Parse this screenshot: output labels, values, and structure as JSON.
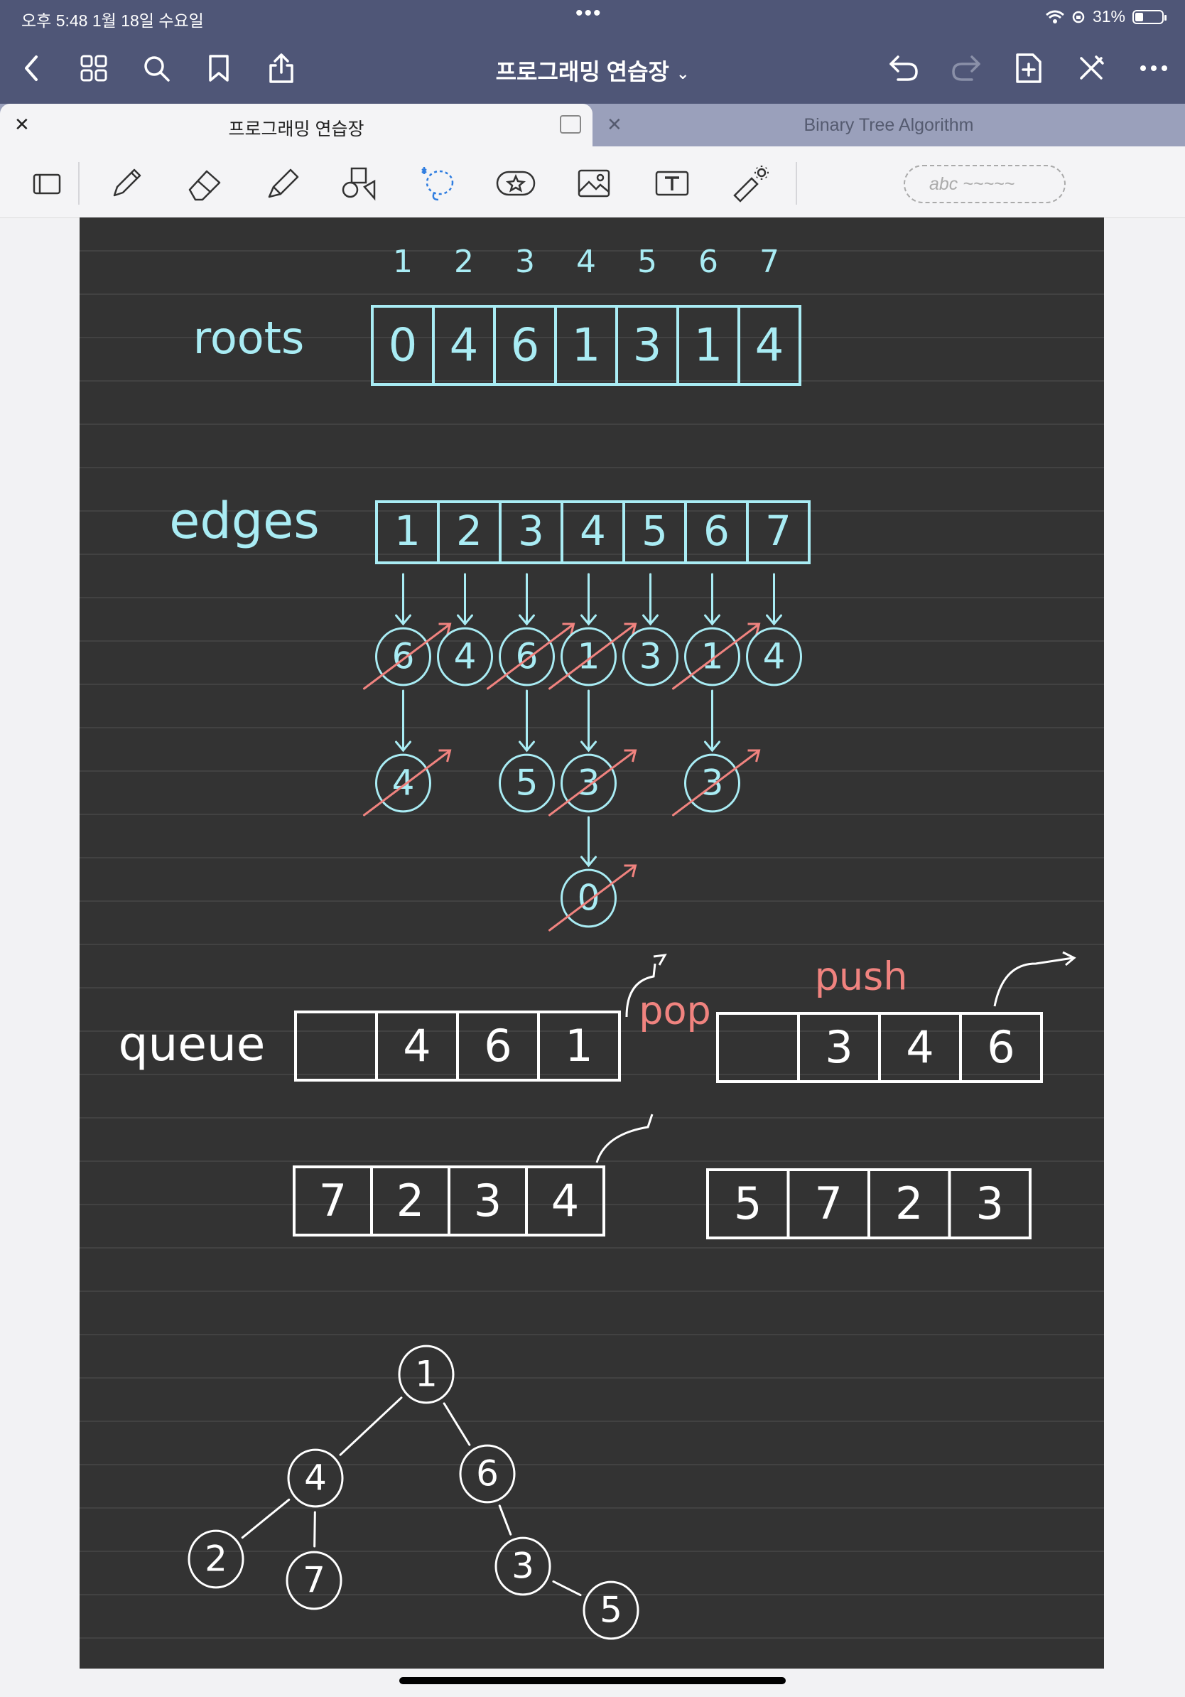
{
  "status": {
    "time": "오후 5:48   1월 18일 수요일",
    "battery": "31%",
    "battery_level": 0.31
  },
  "nav": {
    "title": "프로그래밍 연습장"
  },
  "tabs": [
    {
      "label": "프로그래밍 연습장",
      "active": true
    },
    {
      "label": "Binary Tree Algorithm",
      "active": false
    }
  ],
  "toolbar": {
    "text_tool_placeholder": "abc ~~~~~"
  },
  "notes": {
    "roots_label": "roots",
    "roots_indices": [
      "1",
      "2",
      "3",
      "4",
      "5",
      "6",
      "7"
    ],
    "roots_values": [
      "0",
      "4",
      "6",
      "1",
      "3",
      "1",
      "4"
    ],
    "edges_label": "edges",
    "edges_values": [
      "1",
      "2",
      "3",
      "4",
      "5",
      "6",
      "7"
    ],
    "edge_lists": [
      [
        "6",
        "4"
      ],
      [
        "4"
      ],
      [
        "6",
        "5"
      ],
      [
        "1",
        "3",
        "0"
      ],
      [
        "3"
      ],
      [
        "1",
        "3"
      ],
      [
        "4"
      ]
    ],
    "queue_label": "queue",
    "queue_1": [
      "",
      "4",
      "6",
      "1"
    ],
    "pop_label": "pop",
    "queue_2": [
      "",
      "3",
      "4",
      "6"
    ],
    "push_label": "push",
    "queue_3": [
      "7",
      "2",
      "3",
      "4"
    ],
    "queue_4": [
      "5",
      "7",
      "2",
      "3"
    ],
    "tree_nodes": [
      "1",
      "4",
      "6",
      "2",
      "7",
      "3",
      "5"
    ]
  },
  "colors": {
    "ink_cyan": "#a9ecf4",
    "ink_white": "#ffffff",
    "ink_pink": "#f0837f",
    "paper": "#333333",
    "rule": "#474747"
  }
}
